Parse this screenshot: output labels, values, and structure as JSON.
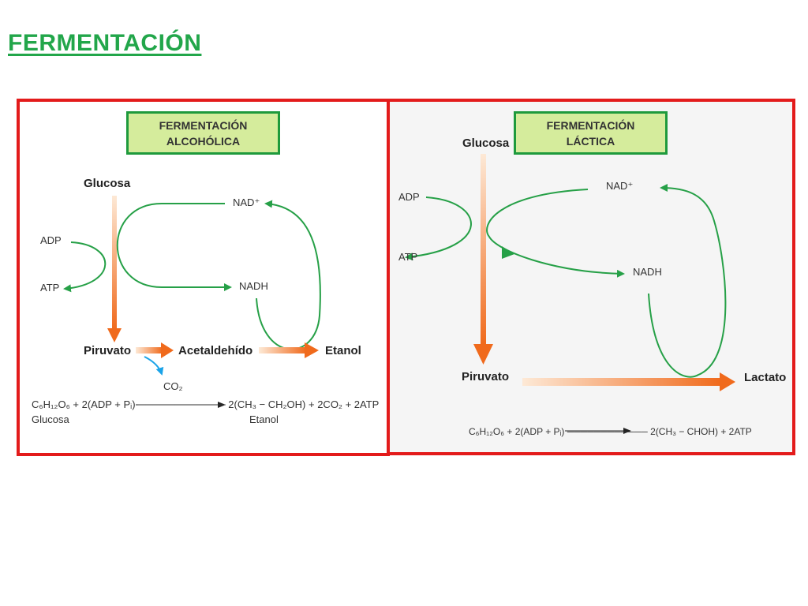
{
  "page_title": "FERMENTACIÓN",
  "colors": {
    "title_green": "#22a64a",
    "panel_border_red": "#e31b1b",
    "box_fill": "#d5ec9c",
    "box_border_green": "#1e9a3c",
    "cycle_green": "#26a047",
    "flow_orange": "#f06a1c",
    "co2_blue": "#1aa3e8"
  },
  "left_panel": {
    "title_line1": "FERMENTACIÓN",
    "title_line2": "ALCOHÓLICA",
    "glucosa": "Glucosa",
    "adp": "ADP",
    "atp": "ATP",
    "nad_plus": "NAD⁺",
    "nadh": "NADH",
    "piruvato": "Piruvato",
    "acetaldehido": "Acetaldehído",
    "etanol": "Etanol",
    "co2": "CO₂",
    "equation": "C₆H₁₂O₆ + 2(ADP + Pᵢ) ──────────── 2(CH₃ − CH₂OH) + 2CO₂ + 2ATP",
    "equation_sub_left": "Glucosa",
    "equation_sub_right": "Etanol"
  },
  "right_panel": {
    "title_line1": "FERMENTACIÓN",
    "title_line2": "LÁCTICA",
    "glucosa": "Glucosa",
    "adp": "ADP",
    "atp": "ATP",
    "nad_plus": "NAD⁺",
    "nadh": "NADH",
    "piruvato": "Piruvato",
    "lactato": "Lactato",
    "equation": "C₆H₁₂O₆ + 2(ADP + Pᵢ) ──────────── 2(CH₃ − CHOH) + 2ATP"
  }
}
